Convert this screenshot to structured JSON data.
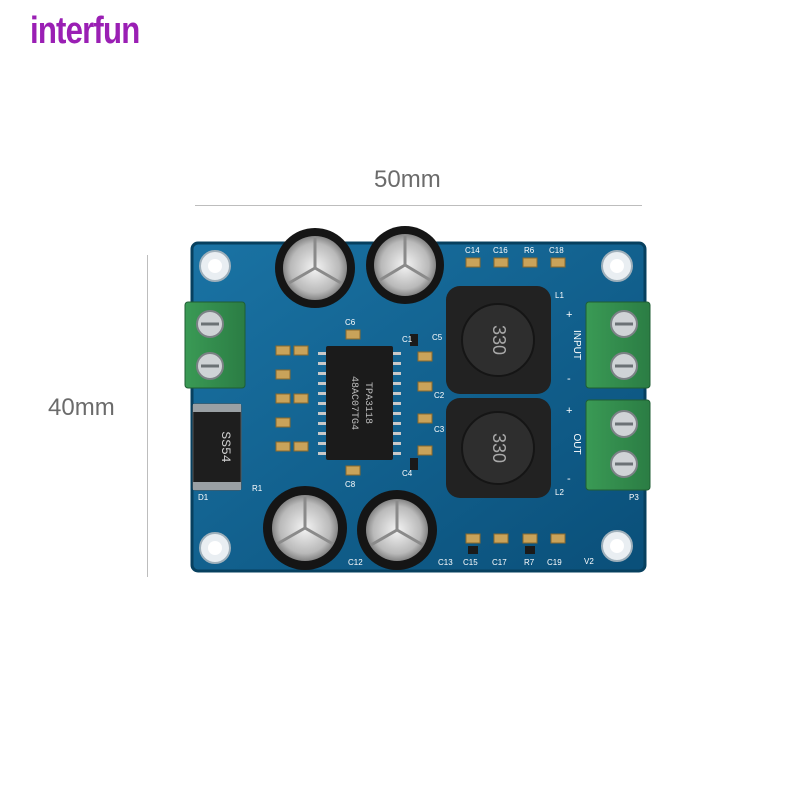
{
  "brand": {
    "text": "interfun",
    "color": "#9a1fb4"
  },
  "dimensions": {
    "width": "50mm",
    "height": "40mm"
  },
  "board": {
    "pcb_color": "#0c5f8e",
    "ic_lines": [
      "48AC07TG4",
      "TPA3118"
    ],
    "inductor_marking": "330",
    "diode_marking": "SS54",
    "labels": {
      "c14": "C14",
      "c16a": "C16",
      "r6": "R6",
      "c18a": "C18",
      "c6": "C6",
      "c5": "C5",
      "c2": "C2",
      "c3": "C3",
      "c4": "C4",
      "c1": "C1",
      "c8": "C8",
      "c12": "C12",
      "c13": "C13",
      "c15": "C15",
      "c17": "C17",
      "r7": "R7",
      "c19": "C19",
      "d1": "D1",
      "r1": "R1",
      "l1": "L1",
      "l2": "L2",
      "p3": "P3",
      "v2": "V2",
      "input": "INPUT",
      "out": "OUT",
      "plus_in": "+",
      "minus_in": "-",
      "plus_out": "+",
      "minus_out": "-"
    }
  }
}
